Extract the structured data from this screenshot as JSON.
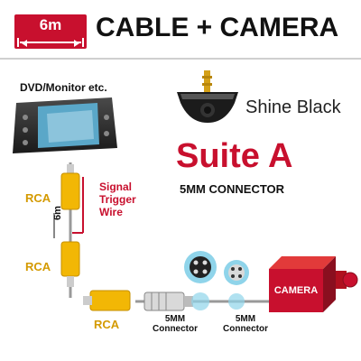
{
  "header": {
    "badge_text": "6m",
    "title": "CABLE + CAMERA"
  },
  "monitor": {
    "label": "DVD/Monitor etc."
  },
  "camera_product": {
    "finish_label": "Shine Black"
  },
  "suite": {
    "title": "Suite A",
    "connector_label": "5MM CONNECTOR"
  },
  "cable": {
    "rca_top": "RCA",
    "rca_mid": "RCA",
    "rca_bottom": "RCA",
    "length": "6m",
    "signal_wire": [
      "Signal",
      "Trigger",
      "Wire"
    ],
    "connector_left": [
      "5MM",
      "Connector"
    ],
    "connector_right": [
      "5MM",
      "Connector"
    ],
    "camera_box": "CAMERA"
  },
  "colors": {
    "brand_red": "#c8102e",
    "rca_yellow": "#f2b705",
    "connector_cyan": "#8fd4ea"
  }
}
